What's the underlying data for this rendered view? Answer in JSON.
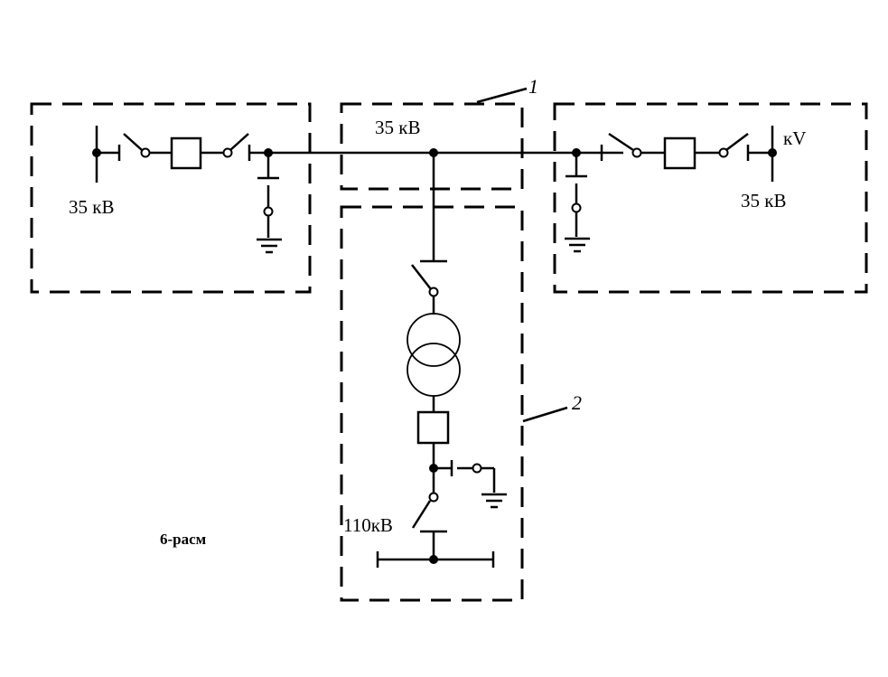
{
  "labels": {
    "left_voltage": "35 кВ",
    "top_voltage": "35 кВ",
    "right_voltage": "35 кВ",
    "right_partial": "кV",
    "bottom_voltage": "110кВ",
    "callout_1": "1",
    "callout_2": "2",
    "figure_caption": "6-расм"
  }
}
